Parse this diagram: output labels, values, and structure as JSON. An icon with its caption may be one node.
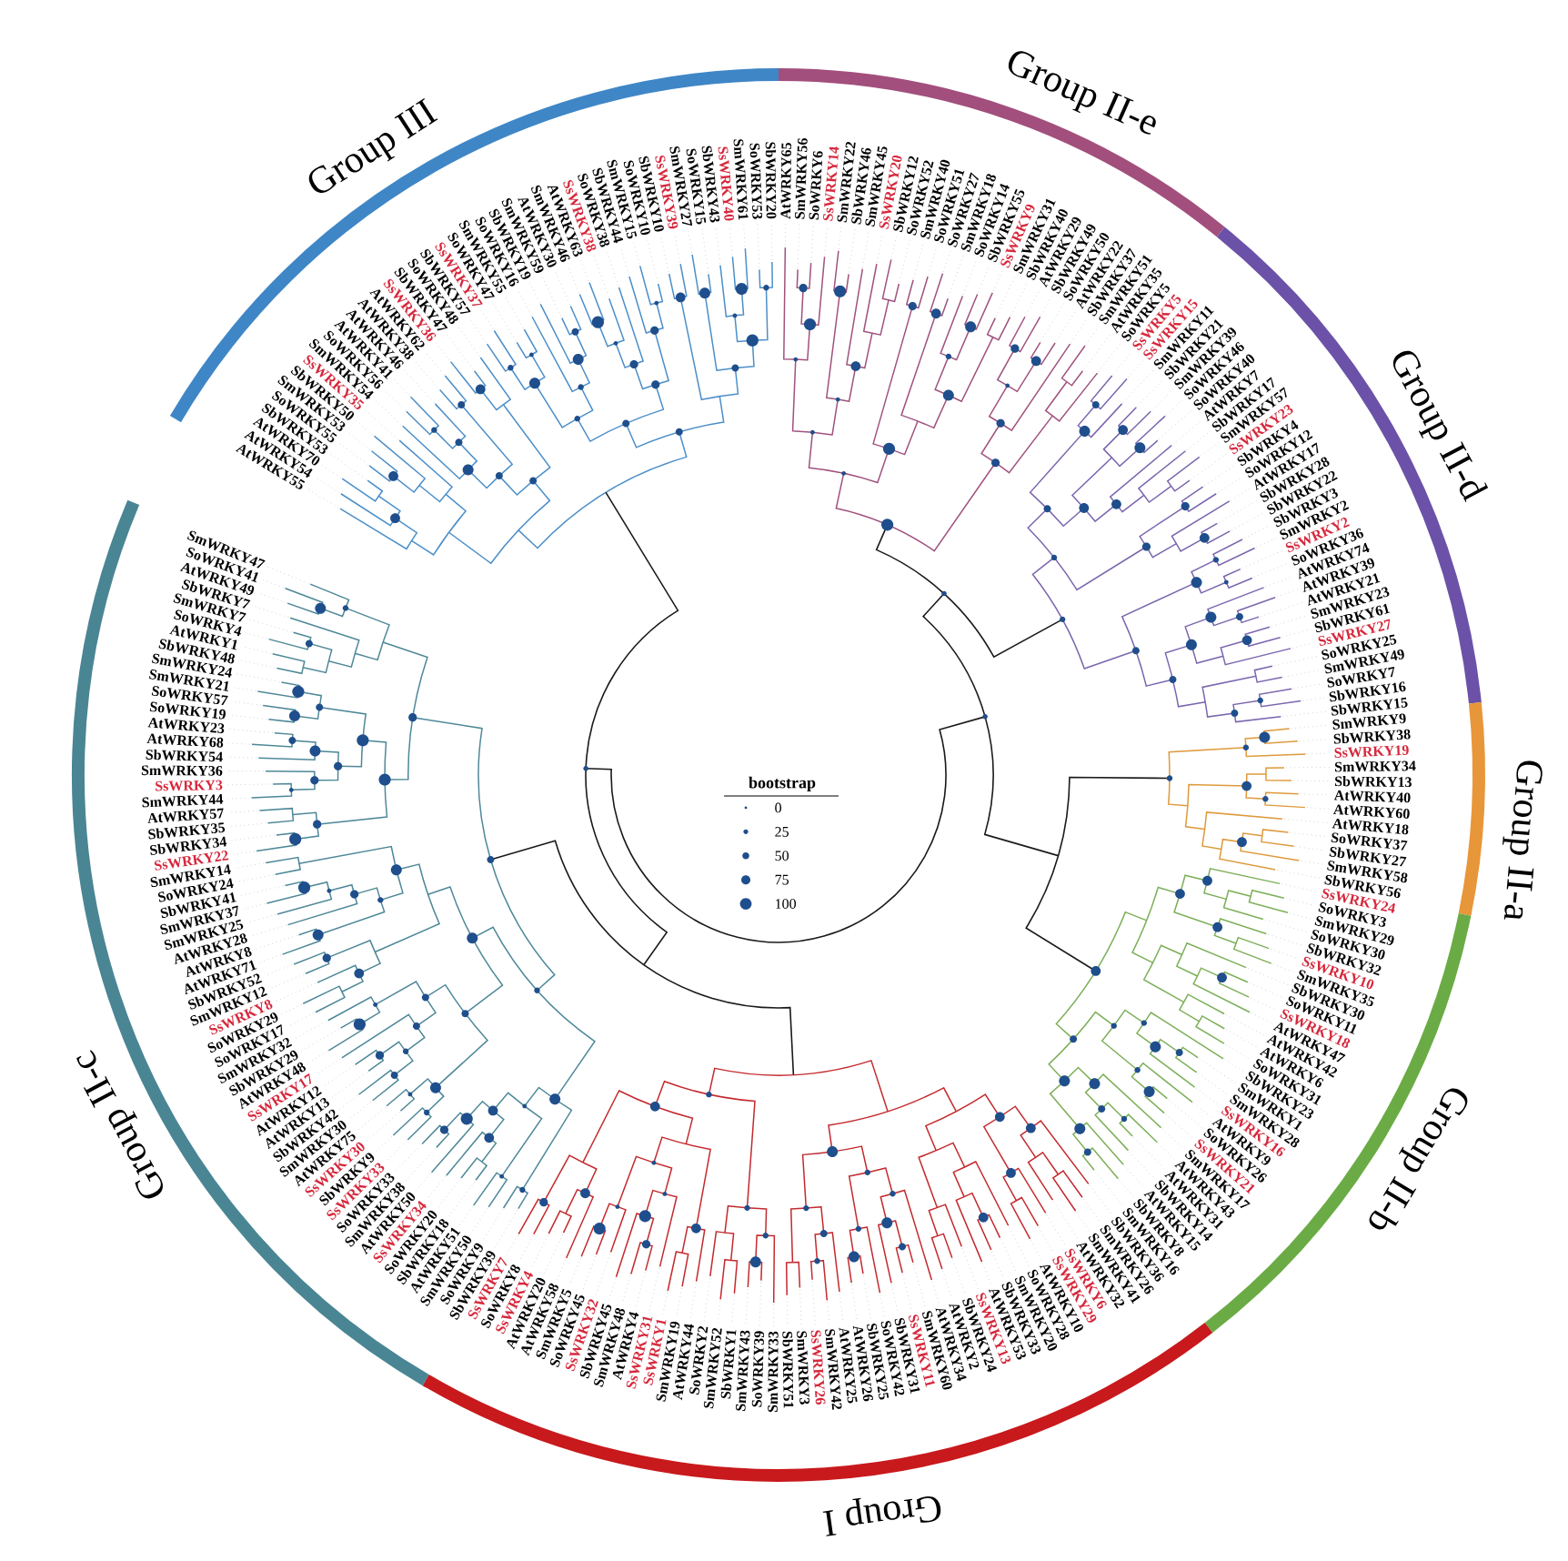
{
  "diagram": {
    "nodes": [
      {
        "text": [
          "Group II-e"
        ]
      },
      {
        "text": [
          "Group II-d"
        ]
      },
      {
        "text": [
          "Group II-a"
        ]
      },
      {
        "text": [
          "Group II-b"
        ]
      },
      {
        "text": [
          "Group I"
        ]
      },
      {
        "text": [
          "Group II-c"
        ]
      },
      {
        "text": [
          "Group III"
        ]
      }
    ],
    "labels": [
      "AtWRKY65",
      "SmWRKY56",
      "SoWRKY6",
      "SsWRKY14",
      "SmWRKY22",
      "SbWRKY46",
      "SmWRKY45",
      "SsWRKY20",
      "SbWRKY12",
      "SoWRKY52",
      "SmWRKY40",
      "SoWRKY51",
      "SoWRKY27",
      "SmWRKY18",
      "SoWRKY14",
      "SbWRKY55",
      "SsWRKY9",
      "SmWRKY31",
      "SbWRKY40",
      "AtWRKY29",
      "SbWRKY49",
      "SoWRKY50",
      "AtWRKY22",
      "SbWRKY37",
      "SmWRKY51",
      "AtWRKY35",
      "SoWRKY5",
      "SsWRKY5",
      "SsWRKY15",
      "SmWRKY11",
      "SbWRKY21",
      "SmWRKY39",
      "SoWRKY46",
      "SoWRKY40",
      "AtWRKY7",
      "SbWRKY17",
      "SmWRKY57",
      "SsWRKY23",
      "SbWRKY4",
      "SoWRKY12",
      "AtWRKY17",
      "SbWRKY28",
      "SbWRKY22",
      "SbWRKY3",
      "SmWRKY2",
      "SsWRKY2",
      "SoWRKY36",
      "AtWRKY74",
      "AtWRKY39",
      "AtWRKY21",
      "SmWRKY23",
      "SbWRKY61",
      "SsWRKY27",
      "SoWRKY25",
      "SmWRKY49",
      "SoWRKY7",
      "SbWRKY16",
      "SbWRKY15",
      "SmWRKY9",
      "SbWRKY38",
      "SsWRKY19",
      "SmWRKY34",
      "SbWRKY13",
      "AtWRKY40",
      "AtWRKY60",
      "AtWRKY18",
      "SoWRKY37",
      "SbWRKY27",
      "SmWRKY58",
      "SbWRKY56",
      "SsWRKY24",
      "SoWRKY3",
      "SmWRKY29",
      "SoWRKY30",
      "SbWRKY32",
      "SsWRKY10",
      "SmWRKY35",
      "SbWRKY30",
      "SoWRKY11",
      "SsWRKY18",
      "AtWRKY47",
      "AtWRKY42",
      "AtWRKY6",
      "SoWRKY31",
      "SbWRKY23",
      "SmWRKY1",
      "SmWRKY28",
      "SsWRKY16",
      "AtWRKY9",
      "SoWRKY26",
      "SsWRKY21",
      "SmWRKY17",
      "AtWRKY43",
      "AtWRKY31",
      "SbWRKY14",
      "AtWRKY15",
      "SbWRKY8",
      "SmWRKY16",
      "SsWRKY7",
      "SoWRKY8",
      "SsWRKY4",
      "AtWRKY20",
      "AtWRKY58",
      "SmWRKY5",
      "SoWRKY45",
      "SsWRKY32",
      "SbWRKY45",
      "SmWRKY48",
      "AtWRKY4",
      "SsWRKY31",
      "SsWRKY1",
      "SmWRKY19",
      "AtWRKY44",
      "SoWRKY2",
      "SmWRKY52",
      "SbWRKY1",
      "SmWRKY43",
      "SoWRKY39",
      "SmWRKY33",
      "SbWRKY51",
      "SmWRKY3",
      "SsWRKY26",
      "SmWRKY42",
      "AtWRKY25",
      "AtWRKY26",
      "SbWRKY25",
      "SoWRKY42",
      "SbWRKY31",
      "SsWRKY11",
      "SmWRKY60",
      "AtWRKY34",
      "AtWRKY2",
      "SbWRKY24",
      "SsWRKY13",
      "AtWRKY53",
      "SbWRKY33",
      "SmWRKY20",
      "SoWRKY28",
      "AtWRKY10",
      "SsWRKY29",
      "SsWRKY6",
      "AtWRKY32",
      "SmWRKY41",
      "SmWRKY26",
      "SbWRKY36",
      "SbWRKY39",
      "SoWRKY9",
      "SmWRKY50",
      "AtWRKY51",
      "SbWRKY18",
      "SoWRKY20",
      "SsWRKY34",
      "AtWRKY50",
      "SmWRKY38",
      "SoWRKY33",
      "SsWRKY33",
      "SbWRKY9",
      "SsWRKY30",
      "AtWRKY75",
      "SmWRKY30",
      "SbWRKY42",
      "AtWRKY13",
      "AtWRKY12",
      "SsWRKY17",
      "AtWRKY48",
      "SbWRKY29",
      "SmWRKY32",
      "SoWRKY17",
      "SoWRKY29",
      "SsWRKY8",
      "SmWRKY12",
      "SbWRKY52",
      "AtWRKY71",
      "AtWRKY8",
      "AtWRKY28",
      "SmWRKY25",
      "SmWRKY37",
      "SbWRKY41",
      "SoWRKY24",
      "SmWRKY14",
      "SsWRKY22",
      "SbWRKY34",
      "SbWRKY35",
      "AtWRKY57",
      "SmWRKY44",
      "SsWRKY3",
      "SmWRKY36",
      "SbWRKY54",
      "AtWRKY68",
      "AtWRKY23",
      "SoWRKY19",
      "SoWRKY57",
      "SmWRKY21",
      "SmWRKY24",
      "SbWRKY48",
      "AtWRKY1",
      "SoWRKY4",
      "SmWRKY7",
      "SbWRKY7",
      "AtWRKY49",
      "SoWRKY41",
      "SmWRKY47",
      "AtWRKY55",
      "AtWRKY54",
      "AtWRKY70",
      "SbWRKY53",
      "SoWRKY55",
      "SmWRKY53",
      "SbWRKY50",
      "SsWRKY35",
      "SmWRKY54",
      "SoWRKY56",
      "AtWRKY41",
      "AtWRKY46",
      "AtWRKY38",
      "AtWRKY62",
      "SsWRKY36",
      "SbWRKY47",
      "SoWRKY48",
      "SbWRKY57",
      "SsWRKY37",
      "SoWRKY47",
      "SmWRKY55",
      "SoWRKY16",
      "SbWRKY19",
      "SmWRKY59",
      "AtWRKY30",
      "SmWRKY46",
      "AtWRKY63",
      "SsWRKY38",
      "SoWRKY38",
      "SbWRKY44",
      "SmWRKY15",
      "SoWRKY10",
      "SbWRKY10",
      "SsWRKY39",
      "SmWRKY27",
      "SoWRKY15",
      "SbWRKY43",
      "SsWRKY40",
      "SmWRKY61",
      "SoWRKY53",
      "SbWRKY20",
      "bootstrap"
    ],
    "legend": [
      {
        "text": "0"
      },
      {
        "text": "25"
      },
      {
        "text": "50"
      },
      {
        "text": "75"
      },
      {
        "text": "100"
      }
    ]
  }
}
